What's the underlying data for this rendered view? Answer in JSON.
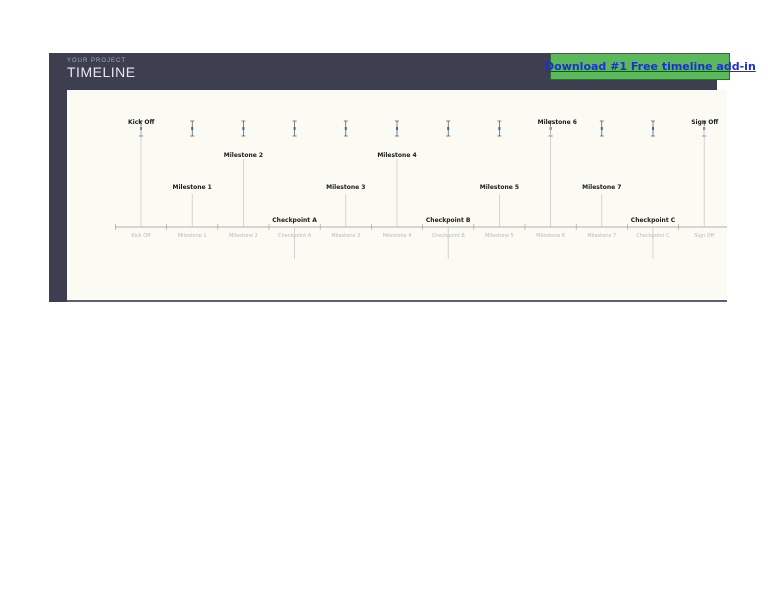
{
  "header": {
    "project_label": "YOUR PROJECT",
    "title": "TIMELINE",
    "promo_text": "Download #1 Free timeline add-in"
  },
  "colors": {
    "frame": "#3d3f50",
    "canvas": "#fbfbf4",
    "promo_bg": "#5cb85c",
    "promo_link": "#1a2fd6",
    "marker_blue": "#2b6fb8"
  },
  "timeline": {
    "axis_labels": [
      "Kick Off",
      "Milestone 1",
      "Milestone 2",
      "Checkpoint A",
      "Milestone 3",
      "Milestone 4",
      "Checkpoint B",
      "Milestone 5",
      "Milestone 6",
      "Milestone 7",
      "Checkpoint C",
      "Sign Off"
    ],
    "events": [
      {
        "label": "Kick Off",
        "tier": "top"
      },
      {
        "label": "Milestone 1",
        "tier": "low"
      },
      {
        "label": "Milestone 2",
        "tier": "mid"
      },
      {
        "label": "Checkpoint A",
        "tier": "check"
      },
      {
        "label": "Milestone 3",
        "tier": "low"
      },
      {
        "label": "Milestone 4",
        "tier": "mid"
      },
      {
        "label": "Checkpoint B",
        "tier": "check"
      },
      {
        "label": "Milestone 5",
        "tier": "low"
      },
      {
        "label": "Milestone 6",
        "tier": "top"
      },
      {
        "label": "Milestone 7",
        "tier": "low"
      },
      {
        "label": "Checkpoint C",
        "tier": "check"
      },
      {
        "label": "Sign Off",
        "tier": "top"
      }
    ]
  }
}
